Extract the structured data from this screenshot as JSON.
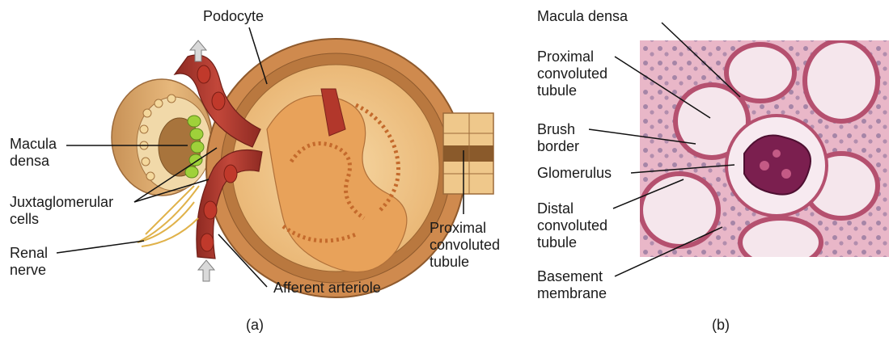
{
  "panel_a": {
    "caption": "(a)",
    "labels": {
      "podocyte": "Podocyte",
      "macula_densa": "Macula\ndensa",
      "juxtaglomerular_cells": "Juxtaglomerular\ncells",
      "renal_nerve": "Renal\nnerve",
      "afferent_arteriole": "Afferent arteriole",
      "proximal_convoluted_tubule": "Proximal\nconvoluted\ntubule"
    }
  },
  "panel_b": {
    "caption": "(b)",
    "labels": {
      "macula_densa": "Macula densa",
      "proximal_convoluted_tubule": "Proximal\nconvoluted\ntubule",
      "brush_border": "Brush\nborder",
      "glomerulus": "Glomerulus",
      "distal_convoluted_tubule": "Distal\nconvoluted\ntubule",
      "basement_membrane": "Basement\nmembrane"
    }
  },
  "colors": {
    "capsule": "#d98e4f",
    "capsule_dark": "#a86332",
    "glomerulus_bg": "#f2c98c",
    "podocyte": "#e8a25a",
    "vessel": "#b2372b",
    "blood_cell": "#c0392b",
    "macula_green": "#9fd13a",
    "micrograph_bg": "#e8b9c9",
    "tissue_pink": "#c45a85",
    "glomerulus_purple": "#7b1f4f"
  }
}
